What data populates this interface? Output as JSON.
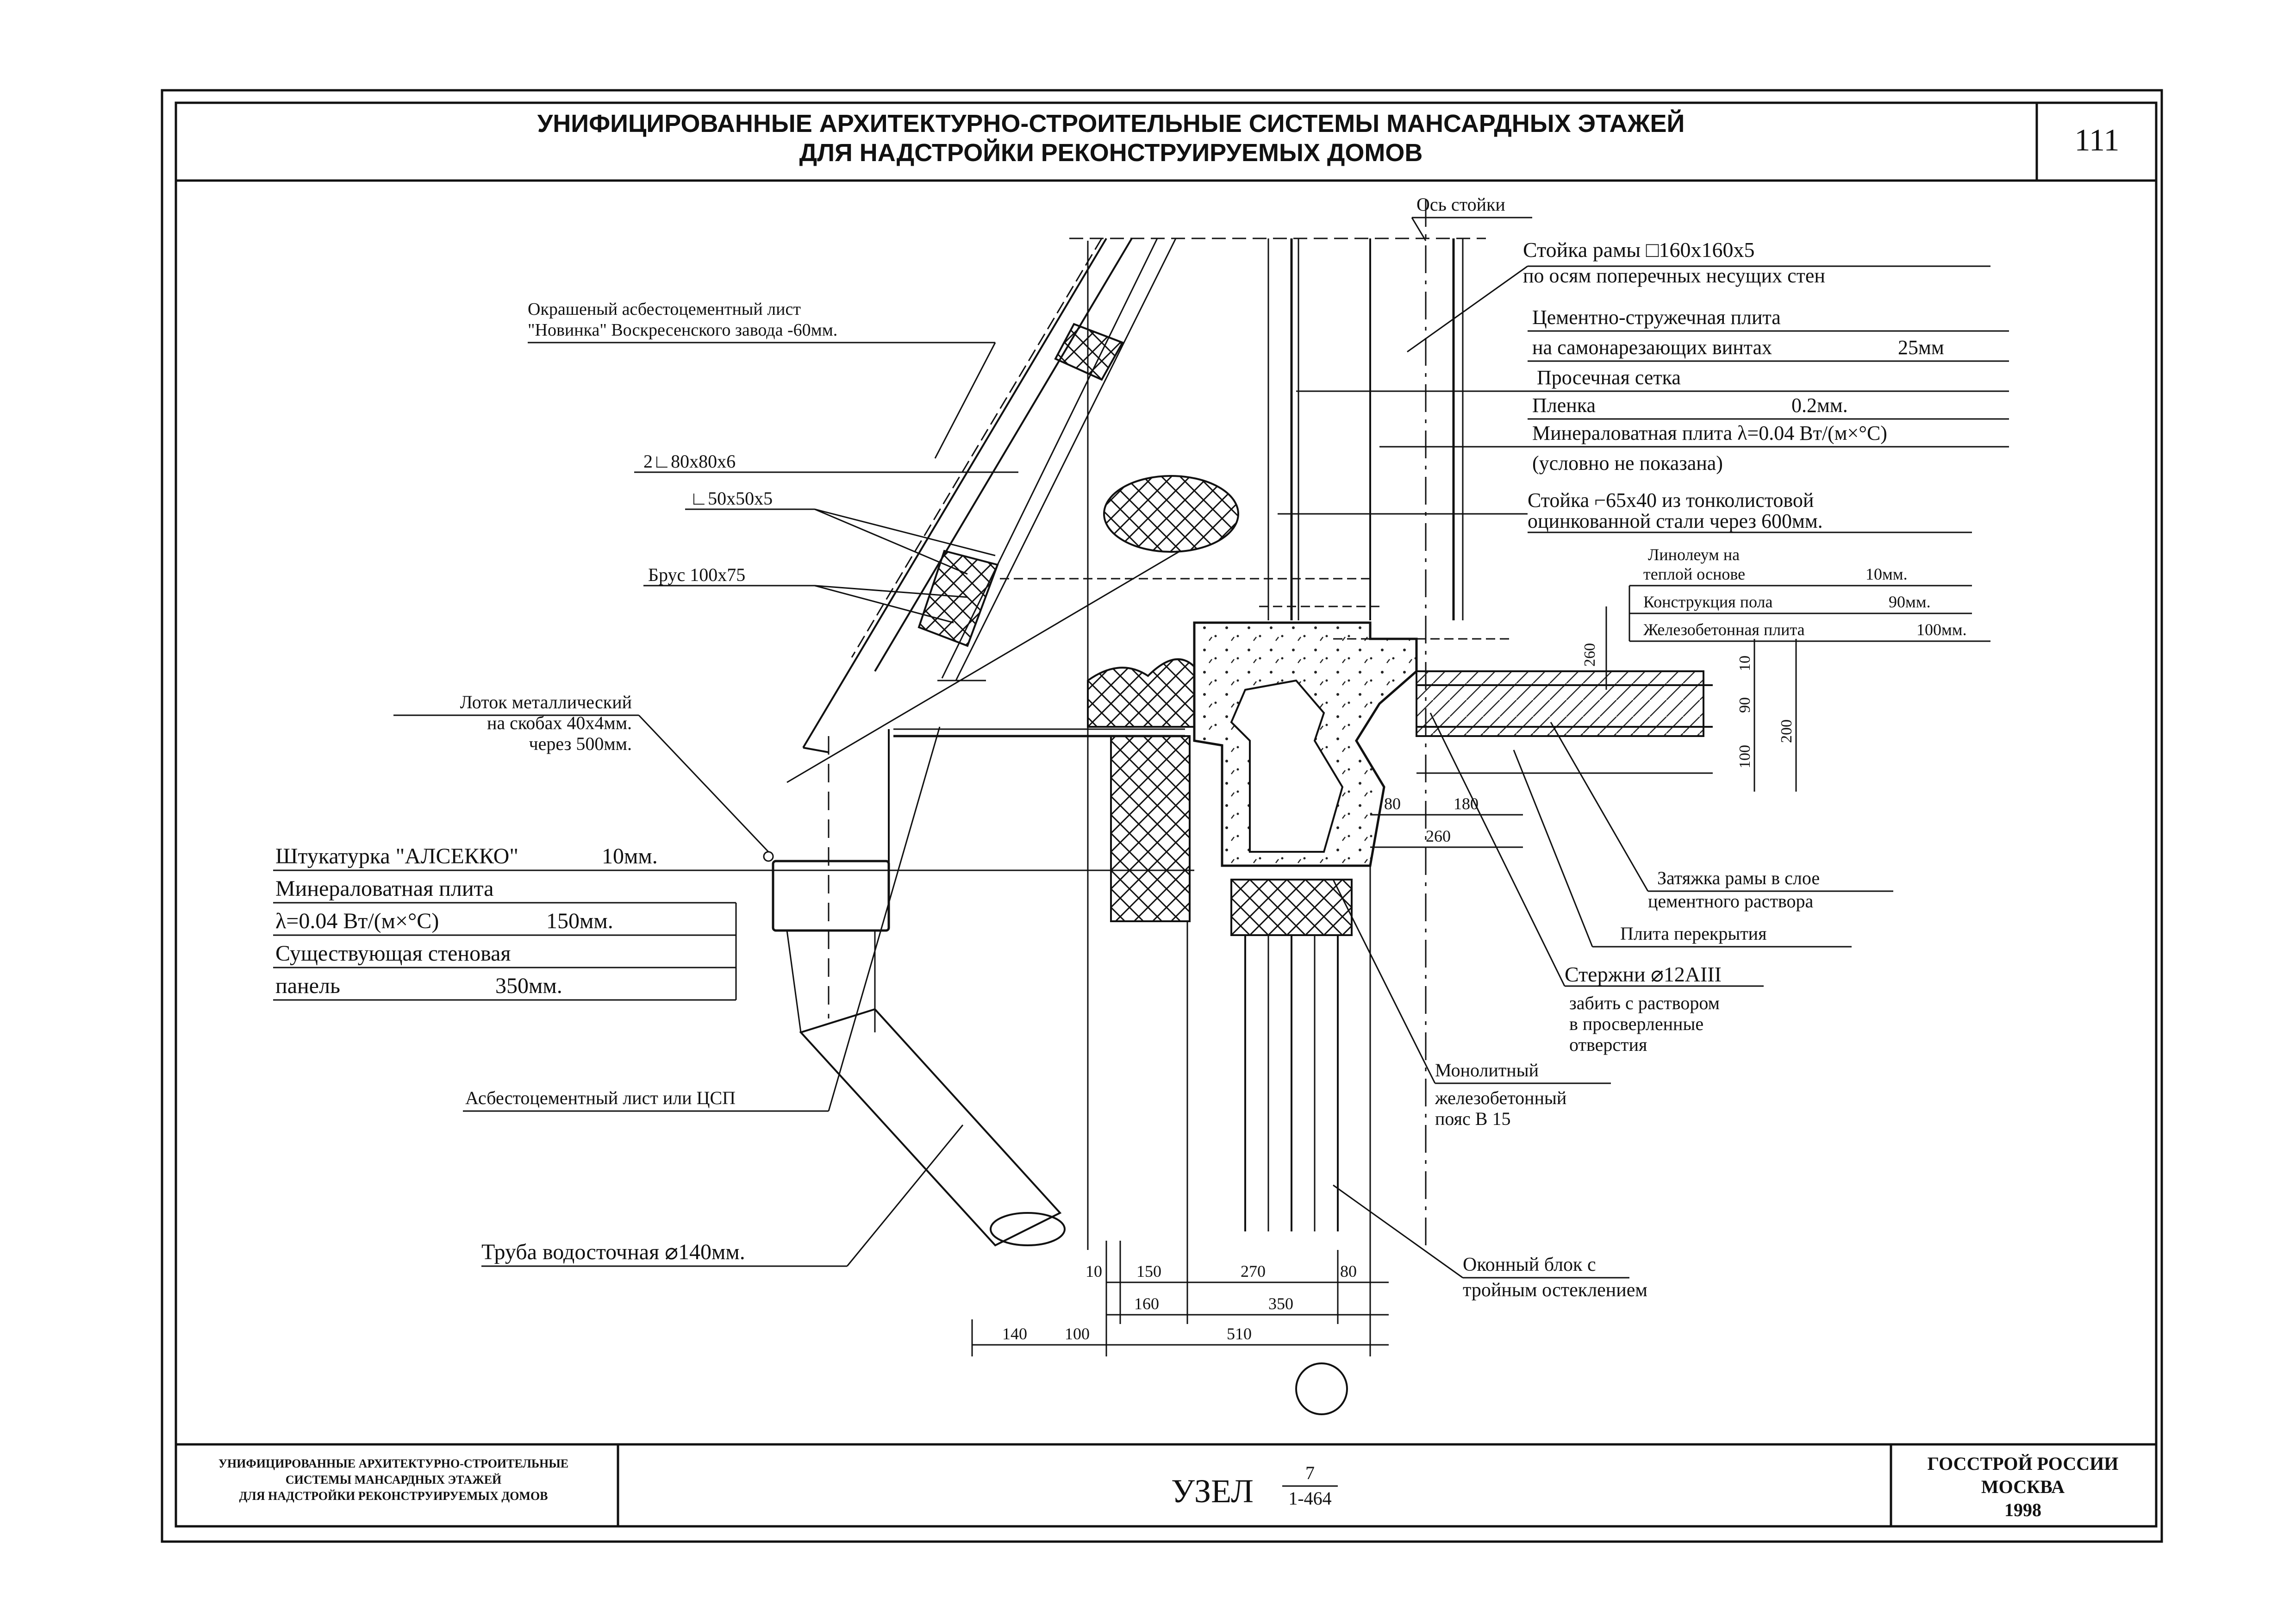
{
  "header": {
    "title_line1": "УНИФИЦИРОВАННЫЕ АРХИТЕКТУРНО-СТРОИТЕЛЬНЫЕ СИСТЕМЫ МАНСАРДНЫХ ЭТАЖЕЙ",
    "title_line2": "ДЛЯ НАДСТРОЙКИ РЕКОНСТРУИРУЕМЫХ ДОМОВ",
    "page_number": "111"
  },
  "callouts": {
    "axis": "Ось стойки",
    "frame_post_1": "Стойка рамы □160x160x5",
    "frame_post_2": "по осям поперечных несущих стен",
    "csp_1": "Цементно-стружечная плита",
    "csp_2": "на самонарезающих винтах",
    "csp_2_value": "25мм",
    "mesh": "Просечная сетка",
    "film": "Пленка",
    "film_value": "0.2мм.",
    "mineral_right": "Минераловатная плита λ=0.04 Вт/(м×°С)",
    "not_shown": "(условно не показана)",
    "stud_1": "Стойка ⌐65x40 из тонколистовой",
    "stud_2": "оцинкованной стали через 600мм.",
    "roof_sheet_1": "Окрашеный асбестоцементный лист",
    "roof_sheet_2": "\"Новинка\" Воскресенского завода -60мм.",
    "angle_double": "2∟80x80x6",
    "angle_single": "∟50x50x5",
    "beam": "Брус 100x75",
    "gutter_1": "Лоток металлический",
    "gutter_2": "на скобах 40x4мм.",
    "gutter_3": "через 500мм.",
    "plaster": "Штукатурка \"АЛСЕККО\"",
    "plaster_value": "10мм.",
    "mineral_left_1": "Минераловатная плита",
    "mineral_left_2": "λ=0.04 Вт/(м×°С)",
    "mineral_left_value": "150мм.",
    "panel_1": "Существующая стеновая",
    "panel_2": "панель",
    "panel_value": "350мм.",
    "asbestos_sheet": "Асбестоцементный лист или ЦСП",
    "downpipe": "Труба водосточная ⌀140мм.",
    "linoleum_1": "Линолеум на",
    "linoleum_2": "теплой основе",
    "linoleum_value": "10мм.",
    "floor_construction": "Конструкция пола",
    "floor_construction_value": "90мм.",
    "rc_slab": "Железобетонная плита",
    "rc_slab_value": "100мм.",
    "tie_1": "Затяжка рамы в слое",
    "tie_2": "цементного раствора",
    "floor_slab": "Плита перекрытия",
    "rods_1": "Стержни ⌀12АIII",
    "rods_2": "забить с раствором",
    "rods_3": "в просверленные",
    "rods_4": "отверстия",
    "belt_1": "Монолитный",
    "belt_2": "железобетонный",
    "belt_3": "пояс В 15",
    "window_1": "Оконный блок с",
    "window_2": "тройным остеклением"
  },
  "dimensions": {
    "v_260": "260",
    "v_10": "10",
    "v_90": "90",
    "v_100": "100",
    "v_200": "200",
    "h_80": "80",
    "h_180": "180",
    "h_260": "260",
    "row1": [
      "10",
      "150",
      "270",
      "80"
    ],
    "row2": [
      "160",
      "350"
    ],
    "row3": [
      "140",
      "100",
      "510"
    ]
  },
  "stamp": {
    "left_1": "УНИФИЦИРОВАННЫЕ АРХИТЕКТУРНО-СТРОИТЕЛЬНЫЕ",
    "left_2": "СИСТЕМЫ МАНСАРДНЫХ ЭТАЖЕЙ",
    "left_3": "ДЛЯ НАДСТРОЙКИ РЕКОНСТРУИРУЕМЫХ ДОМОВ",
    "node_label": "УЗЕЛ",
    "node_number": "7",
    "node_series": "1-464",
    "org_1": "ГОССТРОЙ РОССИИ",
    "org_2": "МОСКВА",
    "year": "1998"
  }
}
